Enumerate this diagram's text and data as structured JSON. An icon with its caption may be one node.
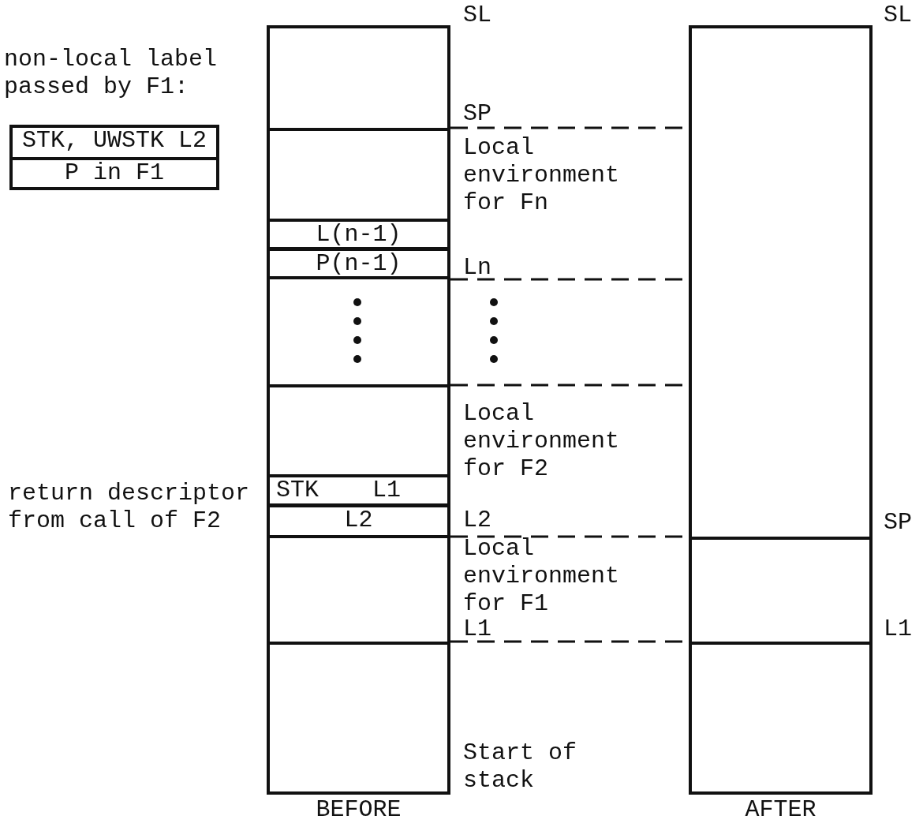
{
  "diagram": {
    "nodes": [
      {
        "text": [
          "STK, UWSTK L2"
        ]
      },
      {
        "text": [
          "P in F1"
        ]
      },
      {
        "text": [
          "BEFORE"
        ]
      },
      {
        "text": [
          "L(n-1)"
        ],
        "in": 2
      },
      {
        "text": [
          "P(n-1)"
        ],
        "in": 2
      },
      {
        "text": [
          "STK L1"
        ],
        "in": 2
      },
      {
        "text": [
          "L2"
        ],
        "in": 2
      },
      {
        "text": [
          "AFTER"
        ]
      }
    ],
    "edges": [
      {
        "from": 2,
        "to": 7,
        "arrow": "none",
        "style": "dashed"
      },
      {
        "from": 2,
        "to": 7,
        "arrow": "none",
        "style": "dashed"
      },
      {
        "from": 2,
        "to": 7,
        "arrow": "none",
        "style": "dashed"
      },
      {
        "from": 2,
        "to": 7,
        "arrow": "none",
        "style": "dashed"
      },
      {
        "from": 2,
        "to": 7,
        "arrow": "none",
        "style": "dashed"
      }
    ],
    "labels": [
      "SL",
      "SL",
      "non-local label passed by F1:",
      "SP",
      "Local environment for Fn",
      "Ln",
      "Local environment for F2",
      "return descriptor from call of F2",
      "L2",
      "SP",
      "Local environment for F1",
      "L1",
      "L1",
      "Start of stack"
    ]
  }
}
